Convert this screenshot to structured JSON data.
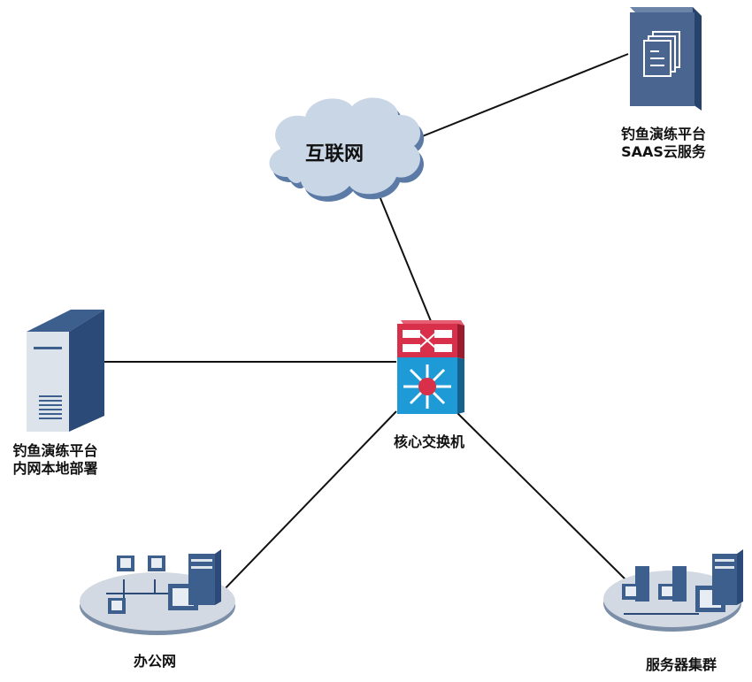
{
  "diagram": {
    "title": "",
    "nodes": [
      {
        "id": "internet",
        "label": "互联网",
        "type": "cloud"
      },
      {
        "id": "saas",
        "label_line1": "钓鱼演练平台",
        "label_line2": "SAAS云服务",
        "type": "cloud-service"
      },
      {
        "id": "core_switch",
        "label": "核心交换机",
        "type": "layer3-switch"
      },
      {
        "id": "local_server",
        "label_line1": "钓鱼演练平台",
        "label_line2": "内网本地部署",
        "type": "server"
      },
      {
        "id": "office_net",
        "label": "办公网",
        "type": "lan"
      },
      {
        "id": "server_cluster",
        "label": "服务器集群",
        "type": "lan"
      }
    ],
    "edges": [
      {
        "from": "internet",
        "to": "saas"
      },
      {
        "from": "internet",
        "to": "core_switch"
      },
      {
        "from": "local_server",
        "to": "core_switch"
      },
      {
        "from": "core_switch",
        "to": "office_net"
      },
      {
        "from": "core_switch",
        "to": "server_cluster"
      }
    ],
    "colors": {
      "cloud_fill": "#c9d6e6",
      "cloud_shadow": "#5b7aa6",
      "saas_front": "#4a6690",
      "saas_side": "#27436b",
      "switch_red": "#d8304a",
      "switch_blue": "#1e9ad6",
      "server_front": "#dde3ea",
      "server_side": "#2b4a78",
      "lan_disc": "#d3d9e2",
      "line": "#111111"
    }
  }
}
